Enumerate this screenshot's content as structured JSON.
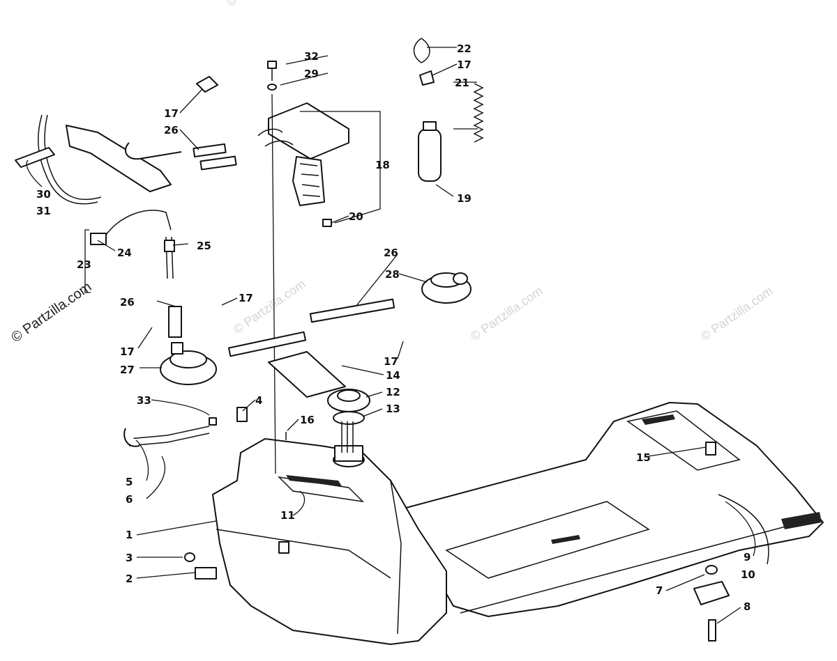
{
  "watermarks": {
    "side": "© Partzilla.com",
    "faint": [
      "© Partzilla.com",
      "© Partzilla.com",
      "© Partzilla.com",
      "© Partzilla.com"
    ]
  },
  "callouts": {
    "c1": "1",
    "c2": "2",
    "c3": "3",
    "c4": "4",
    "c5": "5",
    "c6": "6",
    "c7": "7",
    "c8": "8",
    "c9": "9",
    "c10": "10",
    "c11": "11",
    "c12": "12",
    "c13": "13",
    "c14": "14",
    "c15": "15",
    "c16": "16",
    "c17a": "17",
    "c17b": "17",
    "c17c": "17",
    "c17d": "17",
    "c17e": "17",
    "c18": "18",
    "c19": "19",
    "c20": "20",
    "c21": "21",
    "c22": "22",
    "c23": "23",
    "c24": "24",
    "c25": "25",
    "c26a": "26",
    "c26b": "26",
    "c26c": "26",
    "c27": "27",
    "c28": "28",
    "c29": "29",
    "c30": "30",
    "c31": "31",
    "c32": "32",
    "c33": "33"
  }
}
